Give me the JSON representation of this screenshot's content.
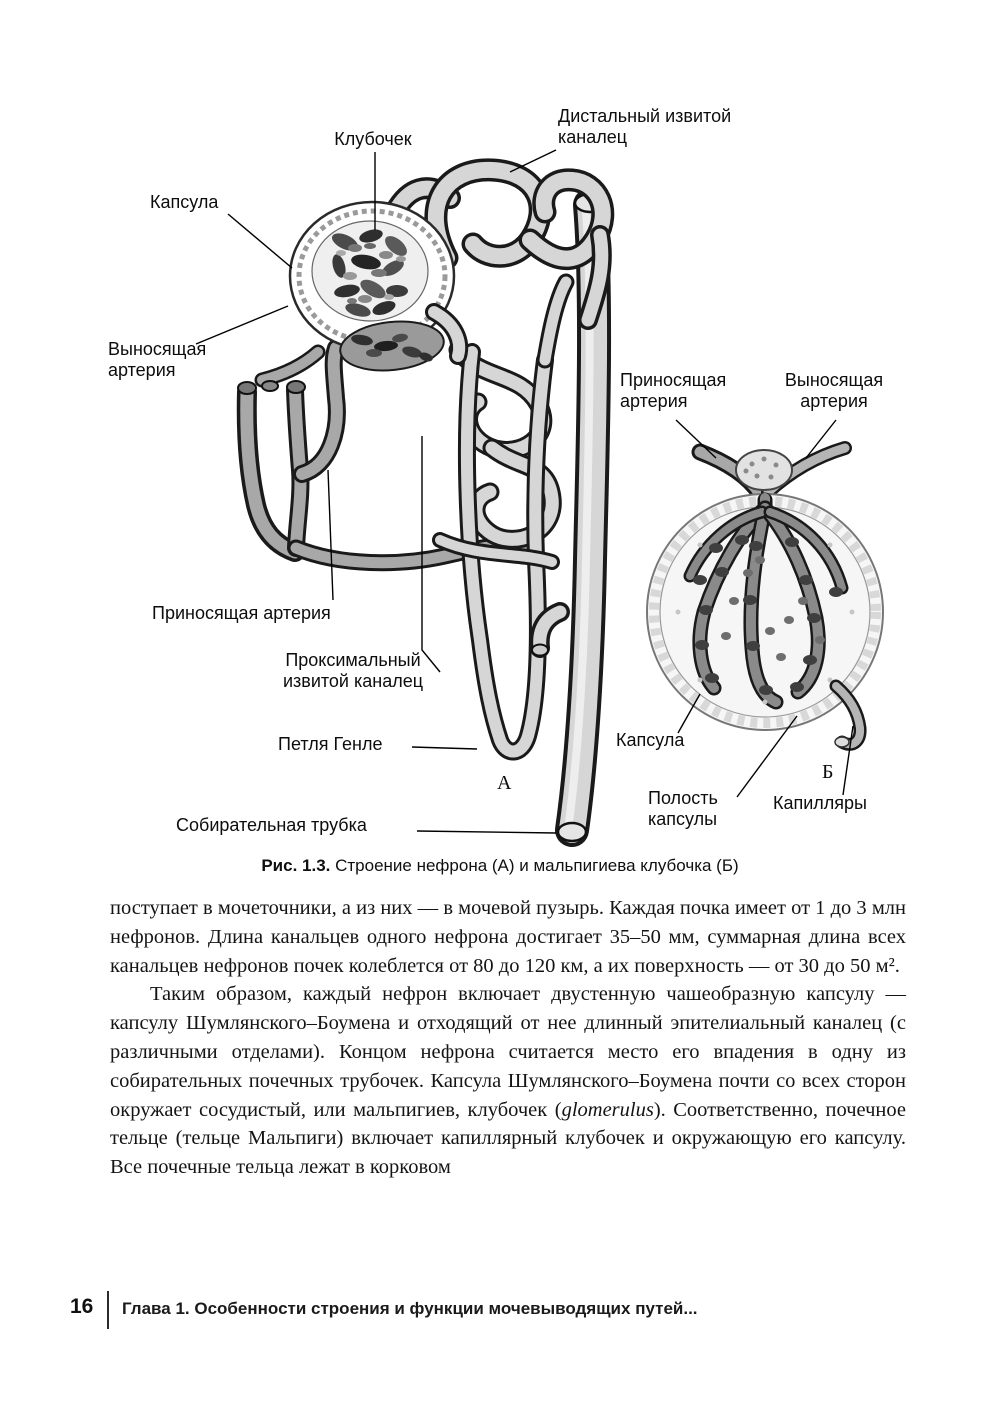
{
  "figure": {
    "labels": {
      "klubochek": "Клубочек",
      "distal": "Дистальный извитой\nканалец",
      "kapsula_a": "Капсула",
      "vynos_a": "Выносящая\nартерия",
      "prinos_a": "Приносящая артерия",
      "proximal": "Проксимальный\nизвитой каналец",
      "henle": "Петля Генле",
      "sobir": "Собирательная трубка",
      "letter_a": "А",
      "prinos_b": "Приносящая\nартерия",
      "vynos_b": "Выносящая\nартерия",
      "kapsula_b": "Капсула",
      "polost": "Полость\nкапсулы",
      "kapillyary": "Капилляры",
      "letter_b": "Б"
    },
    "caption": {
      "bold": "Рис. 1.3.",
      "rest": " Строение нефрона (А) и мальпигиева клубочка (Б)"
    }
  },
  "body": {
    "p1": "поступает в мочеточники, а из них — в мочевой пузырь. Каждая почка имеет от 1 до 3 млн нефронов. Длина канальцев одного нефрона достигает 35–50 мм, суммарная длина всех канальцев нефронов почек колеблется от 80 до 120 км, а их поверхность — от 30 до 50 м².",
    "p2_part1": "Таким образом, каждый нефрон включает двустенную чашеобразную капсулу — капсулу Шумлянского–Боумена и отходящий от нее длинный эпителиальный каналец (с различными отделами). Концом нефрона считается место его впадения в одну из собирательных почечных трубочек. Капсула Шумлянского–Боумена почти со всех сторон окружает сосудистый, или мальпигиев, клубочек (",
    "p2_italic": "glomerulus",
    "p2_part2": "). Соответственно, почечное тельце (тельце Мальпиги) включает капиллярный клубочек и окружающую его капсулу. Все почечные тельца лежат в корковом"
  },
  "footer": {
    "page": "16",
    "chapter": "Глава 1. Особенности строения и функции мочевыводящих путей..."
  }
}
